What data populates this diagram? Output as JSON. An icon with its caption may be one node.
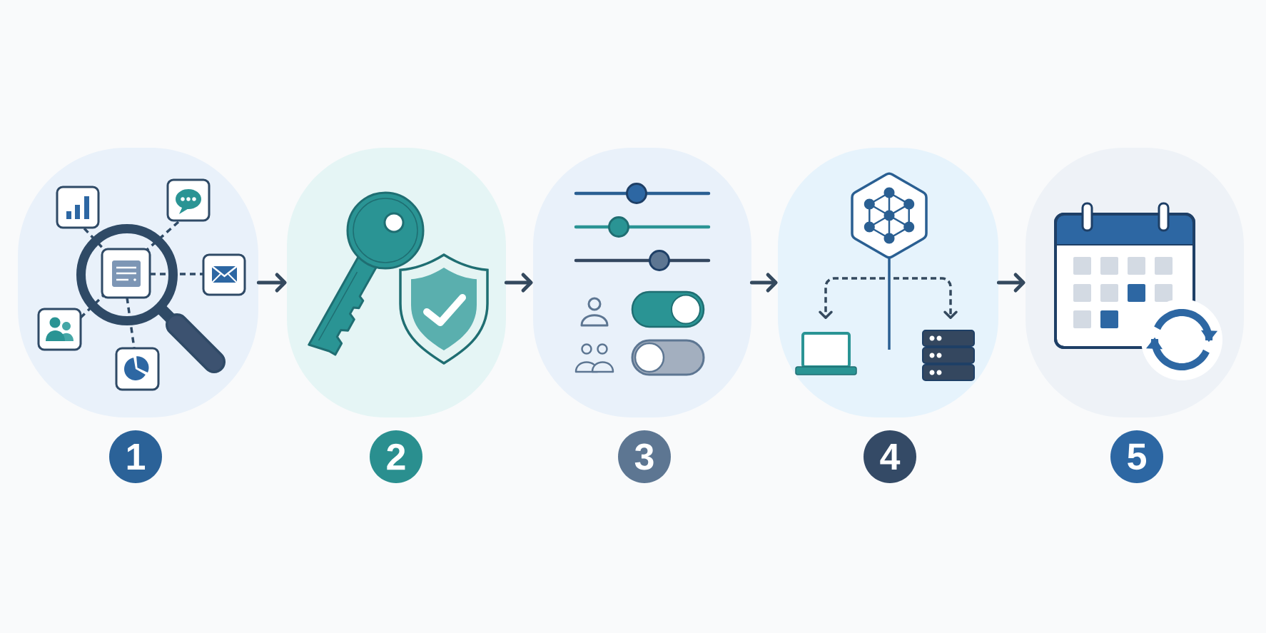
{
  "diagram": {
    "nodes": [
      {
        "text": [],
        "shape": "picture"
      },
      {
        "text": [],
        "shape": "picture"
      },
      {
        "text": [],
        "shape": "picture"
      },
      {
        "text": [],
        "shape": "picture"
      },
      {
        "text": [],
        "shape": "picture"
      },
      {
        "text": [
          "1"
        ]
      },
      {
        "text": [
          "2"
        ]
      },
      {
        "text": [
          "3"
        ]
      },
      {
        "text": [
          "4"
        ]
      },
      {
        "text": [
          "5"
        ]
      }
    ],
    "edges": [
      {
        "from": 0,
        "to": 1,
        "arrow": "to"
      },
      {
        "from": 1,
        "to": 2,
        "arrow": "to"
      },
      {
        "from": 2,
        "to": 3,
        "arrow": "to"
      },
      {
        "from": 3,
        "to": 4,
        "arrow": "to"
      }
    ]
  }
}
